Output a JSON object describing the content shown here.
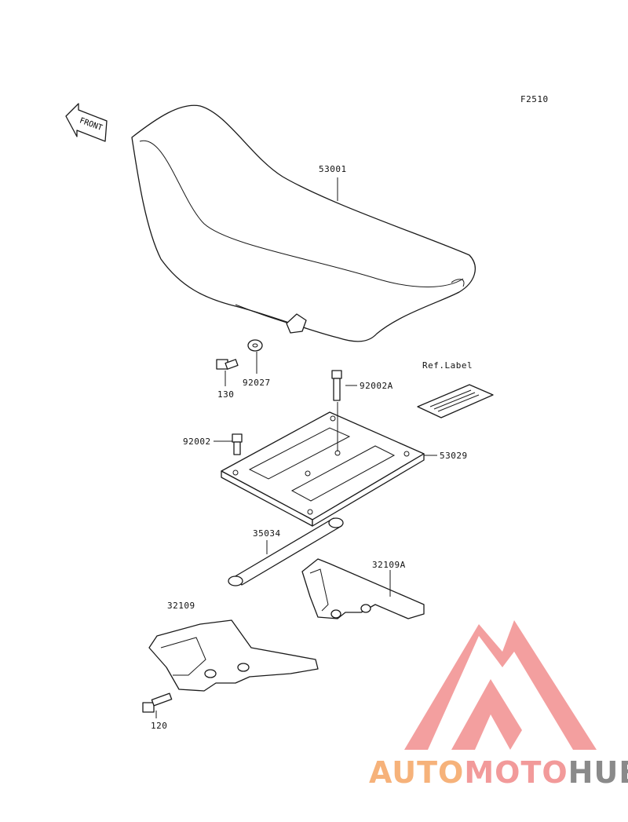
{
  "diagram": {
    "code": "F2510",
    "front_arrow_text": "FRONT",
    "ref_label": "Ref.Label",
    "parts": [
      {
        "number": "53001",
        "name_key": "seat"
      },
      {
        "number": "130"
      },
      {
        "number": "92027"
      },
      {
        "number": "92002A"
      },
      {
        "number": "92002"
      },
      {
        "number": "53029"
      },
      {
        "number": "35034"
      },
      {
        "number": "32109A"
      },
      {
        "number": "32109"
      },
      {
        "number": "120"
      }
    ]
  },
  "watermark": {
    "part1": "AUTO",
    "part2": "MOTO",
    "part3": "HUB",
    "colors": {
      "part1": "#f6b27a",
      "part2": "#f29a9a",
      "part3": "#8a8a8a",
      "logo": "#f18f8f"
    }
  }
}
